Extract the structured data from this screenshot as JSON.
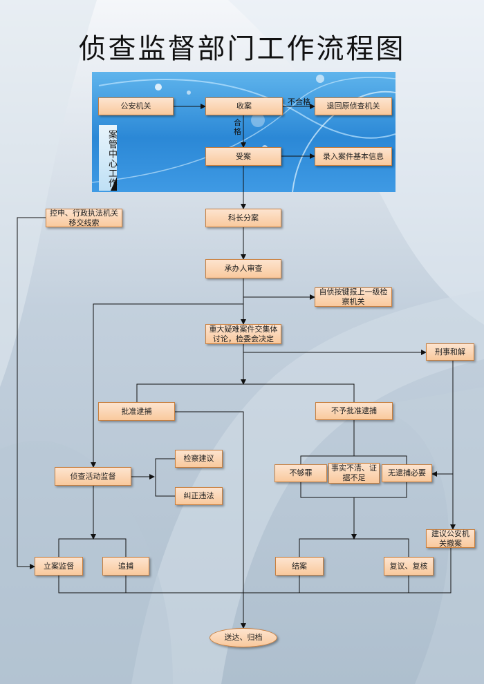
{
  "title": "侦查监督部门工作流程图",
  "panel_label": "案管中心工作",
  "nodes": {
    "gongan": "公安机关",
    "shouan": "收案",
    "tuihui": "退回原侦查机关",
    "shouan2": "受案",
    "luru": "录入案件基本信息",
    "kongshen": "控申、行政执法机关移交线索",
    "kezhang": "科长分案",
    "chengban": "承办人审查",
    "zizhen": "自侦按键报上一级检察机关",
    "zhongda": "重大疑难案件交集体讨论，检委会决定",
    "xingshi": "刑事和解",
    "pizhun": "批准逮捕",
    "buyu": "不予批准逮捕",
    "jiancha": "检察建议",
    "zhenchahuodong": "侦查活动监督",
    "jiuzheng": "纠正违法",
    "bugou": "不够罪",
    "shishi": "事实不清、证据不足",
    "wudaibu": "无逮捕必要",
    "jianyi": "建议公安机关撤案",
    "lian": "立案监督",
    "zhuibu": "追捕",
    "jiean": "结案",
    "fuyi": "复议、复核",
    "songda": "送达、归档"
  },
  "edge_labels": {
    "buhege": "不合格",
    "hege": "合格"
  }
}
